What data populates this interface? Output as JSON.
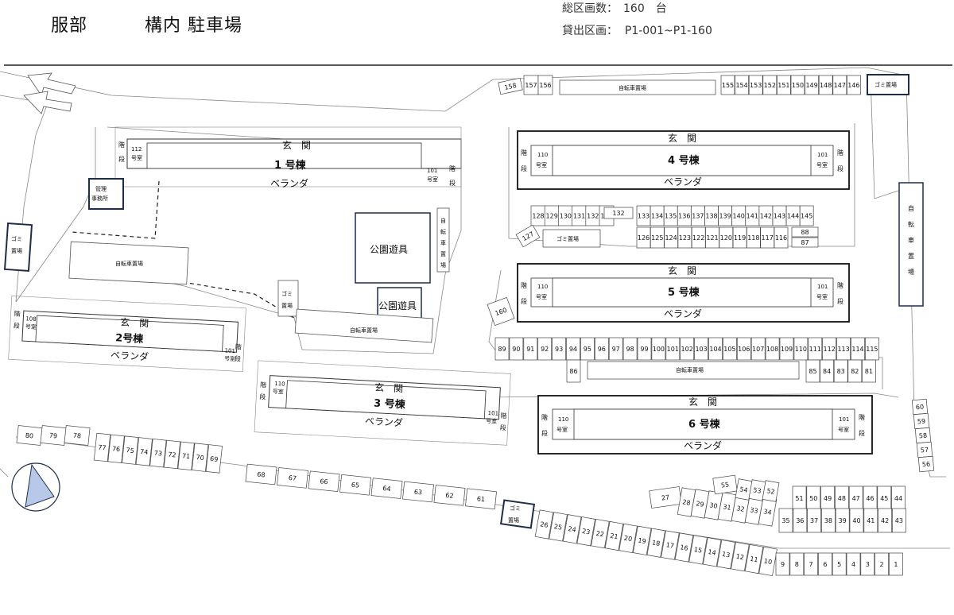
{
  "header": {
    "title_left": "服部",
    "title_right": "構内 駐車場",
    "total_label": "総区画数：　160　台",
    "rental_label": "貸出区画：  P1-001~P1-160"
  },
  "labels": {
    "entrance": "玄　関",
    "veranda": "ベランダ",
    "stairs": "階段",
    "room101": "101号室",
    "room110": "110号室",
    "room112": "112号室",
    "room108": "108号室",
    "bldg1": "1 号棟",
    "bldg2": "2号棟",
    "bldg3": "3 号棟",
    "bldg4": "4 号棟",
    "bldg5": "5 号棟",
    "bldg6": "6 号棟",
    "office": "管理事務所",
    "garbage": "ゴミ置場",
    "bicycle": "自転車置場",
    "playground": "公園遊具"
  },
  "colors": {
    "navy": "#1f2d4a",
    "line": "#555",
    "compass": "#b8c8e8"
  }
}
